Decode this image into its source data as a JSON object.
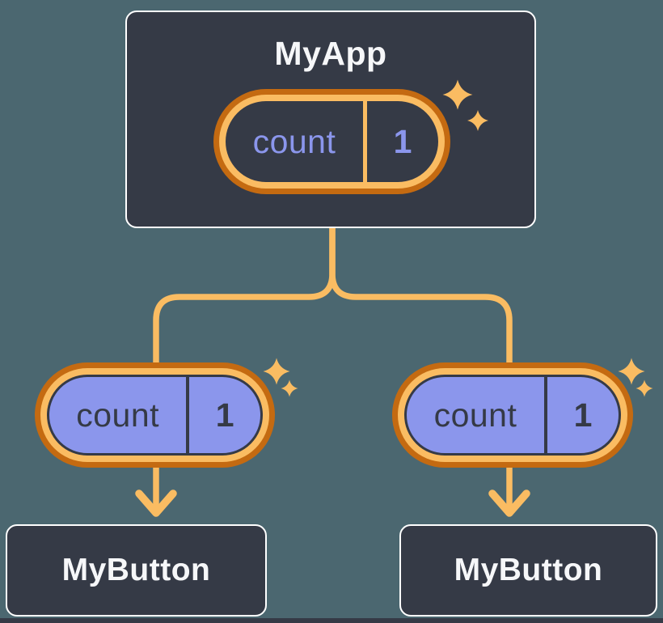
{
  "colors": {
    "background": "#4B6770",
    "card": "#353A46",
    "card-border": "#FFFFFF",
    "text-light": "#F6F7F9",
    "orange-dark": "#C46A11",
    "orange-light": "#FABC62",
    "periwinkle": "#8B96EC",
    "text-dark": "#353A46"
  },
  "icons": {
    "sparkle": "four-point-sparkle"
  },
  "tree": {
    "root": {
      "title": "MyApp",
      "state": {
        "label": "count",
        "value": "1"
      }
    },
    "children": [
      {
        "title": "MyButton",
        "state": {
          "label": "count",
          "value": "1"
        }
      },
      {
        "title": "MyButton",
        "state": {
          "label": "count",
          "value": "1"
        }
      }
    ]
  }
}
